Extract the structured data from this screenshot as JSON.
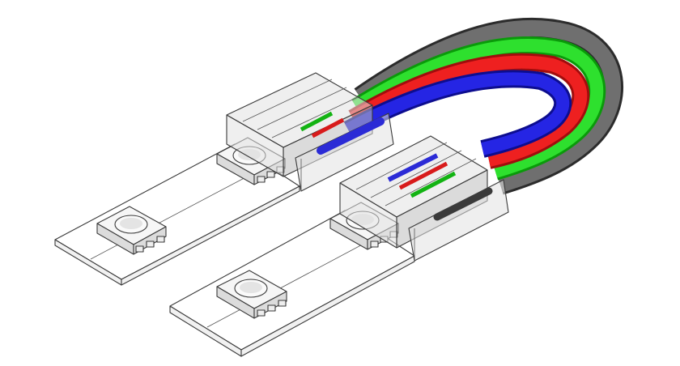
{
  "image": {
    "subject": "",
    "palette": {
      "background": "#ffffff",
      "wire_black": "#3b3b3b",
      "wire_green": "#1fd11f",
      "wire_red": "#e51b1b",
      "wire_blue": "#1c1cd8",
      "housing": "#d9d9d9",
      "outline": "#3a3a3a"
    },
    "wire_order_outer_to_inner": [
      "black",
      "green",
      "red",
      "blue"
    ],
    "icons": [
      "led-chip",
      "connector-clip",
      "ribbon-cable"
    ]
  }
}
